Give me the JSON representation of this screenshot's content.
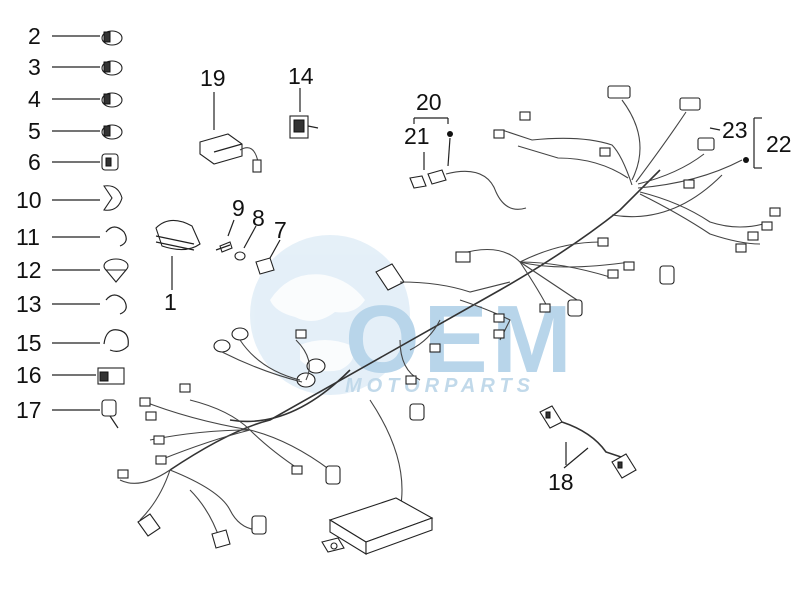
{
  "watermark": {
    "logo_text": "OEM",
    "sub_text": "MOTORPARTS",
    "color": "#7fb3d9"
  },
  "callouts": [
    {
      "id": "c2",
      "text": "2"
    },
    {
      "id": "c3",
      "text": "3"
    },
    {
      "id": "c4",
      "text": "4"
    },
    {
      "id": "c5",
      "text": "5"
    },
    {
      "id": "c6",
      "text": "6"
    },
    {
      "id": "c10",
      "text": "10"
    },
    {
      "id": "c11",
      "text": "11"
    },
    {
      "id": "c12",
      "text": "12"
    },
    {
      "id": "c13",
      "text": "13"
    },
    {
      "id": "c15",
      "text": "15"
    },
    {
      "id": "c16",
      "text": "16"
    },
    {
      "id": "c17",
      "text": "17"
    },
    {
      "id": "c19",
      "text": "19"
    },
    {
      "id": "c14",
      "text": "14"
    },
    {
      "id": "c20",
      "text": "20"
    },
    {
      "id": "c21",
      "text": "21"
    },
    {
      "id": "c9",
      "text": "9"
    },
    {
      "id": "c8",
      "text": "8"
    },
    {
      "id": "c7",
      "text": "7"
    },
    {
      "id": "c1",
      "text": "1"
    },
    {
      "id": "c23",
      "text": "23"
    },
    {
      "id": "c22",
      "text": "22"
    },
    {
      "id": "c18",
      "text": "18"
    }
  ]
}
